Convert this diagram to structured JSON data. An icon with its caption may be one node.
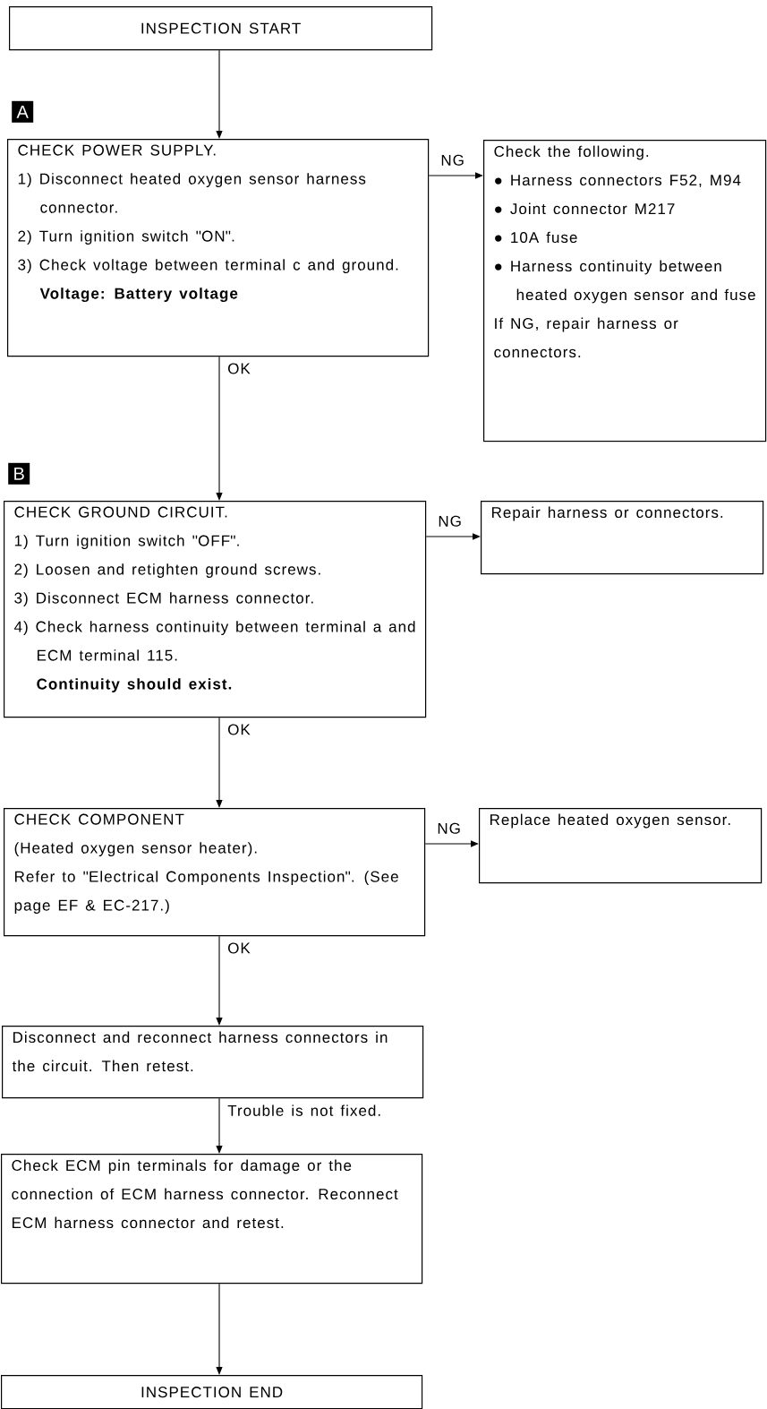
{
  "diagram": {
    "nodes": [
      {
        "text": [
          "INSPECTION START"
        ]
      },
      {
        "text": [
          "CHECK POWER SUPPLY.",
          "1) Disconnect heated oxygen sensor harness connector.",
          "2) Turn ignition switch ''ON''.",
          "3) Check voltage between terminal c and ground.",
          "**Voltage: Battery voltage**"
        ],
        "beside": [
          "A"
        ]
      },
      {
        "text": [
          "Check the following.",
          "● Harness connectors F52, M94",
          "● Joint connector M217",
          "● 10A fuse",
          "● Harness continuity between heated oxygen sensor and fuse",
          "If NG, repair harness or connectors."
        ]
      },
      {
        "text": [
          "CHECK GROUND CIRCUIT.",
          "1) Turn ignition switch ''OFF''.",
          "2) Loosen and retighten ground screws.",
          "3) Disconnect ECM harness connector.",
          "4) Check harness continuity between terminal a and ECM terminal 115.",
          "**Continuity should exist.**"
        ],
        "beside": [
          "B"
        ]
      },
      {
        "text": [
          "Repair harness or connectors."
        ]
      },
      {
        "text": [
          "CHECK COMPONENT",
          "(Heated oxygen sensor heater).",
          "Refer to ''Electrical Components Inspection''. (See page EF & EC-217.)"
        ]
      },
      {
        "text": [
          "Replace heated oxygen sensor."
        ]
      },
      {
        "text": [
          "Disconnect and reconnect harness connectors in the circuit. Then retest."
        ]
      },
      {
        "text": [
          "Check ECM pin terminals for damage or the connection of ECM harness connector. Reconnect ECM harness connector and retest."
        ]
      },
      {
        "text": [
          "INSPECTION END"
        ]
      }
    ],
    "edges": [
      {
        "from": 0,
        "to": 1,
        "arrow": "to"
      },
      {
        "from": 1,
        "to": 2,
        "arrow": "to",
        "label": "NG"
      },
      {
        "from": 1,
        "to": 3,
        "arrow": "to",
        "label": "OK"
      },
      {
        "from": 3,
        "to": 4,
        "arrow": "to",
        "label": "NG"
      },
      {
        "from": 3,
        "to": 5,
        "arrow": "to",
        "label": "OK"
      },
      {
        "from": 5,
        "to": 6,
        "arrow": "to",
        "label": "NG"
      },
      {
        "from": 5,
        "to": 7,
        "arrow": "to",
        "label": "OK"
      },
      {
        "from": 7,
        "to": 8,
        "arrow": "to",
        "label": "Trouble is not fixed."
      },
      {
        "from": 8,
        "to": 9,
        "arrow": "to"
      }
    ]
  }
}
